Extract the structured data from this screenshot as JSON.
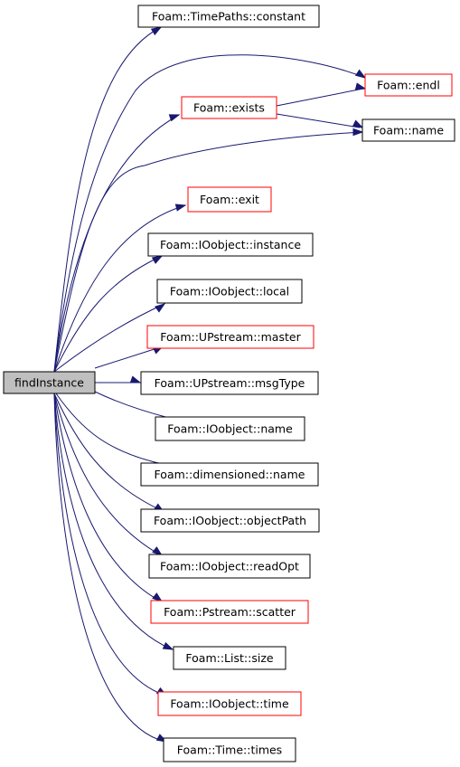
{
  "graph": {
    "root": {
      "id": "findInstance",
      "label": "findInstance",
      "fill": "#bfbfbf",
      "border": "#000000"
    },
    "nodes": [
      {
        "id": "tp_constant",
        "label": "Foam::TimePaths::constant",
        "border": "#000000"
      },
      {
        "id": "endl",
        "label": "Foam::endl",
        "border": "#ff0000"
      },
      {
        "id": "exists",
        "label": "Foam::exists",
        "border": "#ff0000"
      },
      {
        "id": "name_fn",
        "label": "Foam::name",
        "border": "#000000"
      },
      {
        "id": "exit",
        "label": "Foam::exit",
        "border": "#ff0000"
      },
      {
        "id": "io_instance",
        "label": "Foam::IOobject::instance",
        "border": "#000000"
      },
      {
        "id": "io_local",
        "label": "Foam::IOobject::local",
        "border": "#000000"
      },
      {
        "id": "ups_master",
        "label": "Foam::UPstream::master",
        "border": "#ff0000"
      },
      {
        "id": "ups_msgtype",
        "label": "Foam::UPstream::msgType",
        "border": "#000000"
      },
      {
        "id": "io_name",
        "label": "Foam::IOobject::name",
        "border": "#000000"
      },
      {
        "id": "dim_name",
        "label": "Foam::dimensioned::name",
        "border": "#000000"
      },
      {
        "id": "io_objectpath",
        "label": "Foam::IOobject::objectPath",
        "border": "#000000"
      },
      {
        "id": "io_readopt",
        "label": "Foam::IOobject::readOpt",
        "border": "#000000"
      },
      {
        "id": "ps_scatter",
        "label": "Foam::Pstream::scatter",
        "border": "#ff0000"
      },
      {
        "id": "list_size",
        "label": "Foam::List::size",
        "border": "#000000"
      },
      {
        "id": "io_time",
        "label": "Foam::IOobject::time",
        "border": "#ff0000"
      },
      {
        "id": "time_times",
        "label": "Foam::Time::times",
        "border": "#000000"
      }
    ],
    "edge_color": "#191970"
  }
}
